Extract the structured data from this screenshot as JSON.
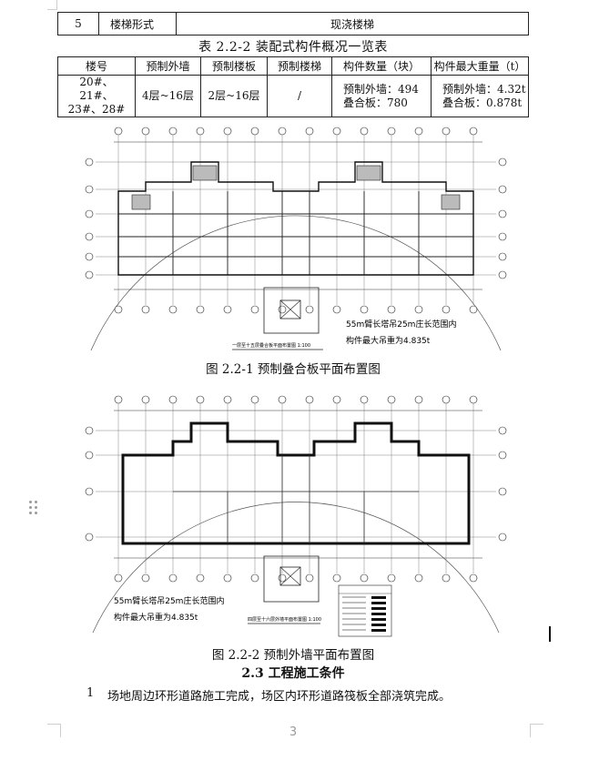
{
  "table1": {
    "no": "5",
    "item": "楼梯形式",
    "value": "现浇楼梯"
  },
  "table2": {
    "caption": "表 2.2-2   装配式构件概况一览表",
    "headers": [
      "楼号",
      "预制外墙",
      "预制楼板",
      "预制楼梯",
      "构件数量（块）",
      "构件最大重量（t）"
    ],
    "row": {
      "building": "20#、21#、23#、28#",
      "wall": "4层~16层",
      "slab": "2层~16层",
      "stair": "/",
      "qty_wall": "预制外墙：494",
      "qty_slab": "叠合板：780",
      "wt_wall": "预制外墙：4.32t",
      "wt_slab": "叠合板：0.878t"
    }
  },
  "figure1": {
    "caption": "图 2.2-1   预制叠合板平面布置图",
    "note_line1": "55m臂长塔吊25m庄长范围内",
    "note_line2": "构件最大吊重为4.835t",
    "drawing_title": "一层至十五层叠合板平面布置图 1:100"
  },
  "figure2": {
    "caption": "图 2.2-2   预制外墙平面布置图",
    "note_line1": "55m臂长塔吊25m庄长范围内",
    "note_line2": "构件最大吊重为4.835t",
    "drawing_title": "四层至十六层外墙平面布置图 1:100"
  },
  "section": {
    "title": "2.3 工程施工条件"
  },
  "paragraph": {
    "number": "1",
    "text": "场地周边环形道路施工完成，场区内环形道路筏板全部浇筑完成。"
  },
  "page_number": "3"
}
